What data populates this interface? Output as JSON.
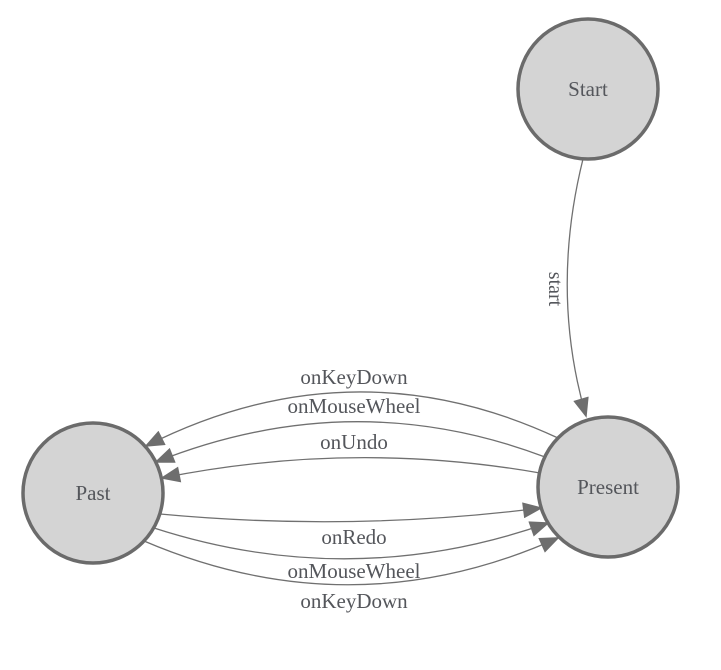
{
  "diagram": {
    "type": "state-machine",
    "background": "#ffffff",
    "colors": {
      "node_fill": "#d4d4d4",
      "node_stroke": "#6b6b6b",
      "edge_stroke": "#707070",
      "arrowhead": "#6e6e6e",
      "label_text": "#54565b"
    },
    "nodes": [
      {
        "id": "start",
        "label": "Start"
      },
      {
        "id": "past",
        "label": "Past"
      },
      {
        "id": "present",
        "label": "Present"
      }
    ],
    "edges": [
      {
        "from": "Start",
        "to": "Present",
        "label": "start"
      },
      {
        "from": "Present",
        "to": "Past",
        "label": "onKeyDown"
      },
      {
        "from": "Present",
        "to": "Past",
        "label": "onMouseWheel"
      },
      {
        "from": "Present",
        "to": "Past",
        "label": "onUndo"
      },
      {
        "from": "Past",
        "to": "Present",
        "label": "onRedo"
      },
      {
        "from": "Past",
        "to": "Present",
        "label": "onMouseWheel"
      },
      {
        "from": "Past",
        "to": "Present",
        "label": "onKeyDown"
      }
    ]
  }
}
